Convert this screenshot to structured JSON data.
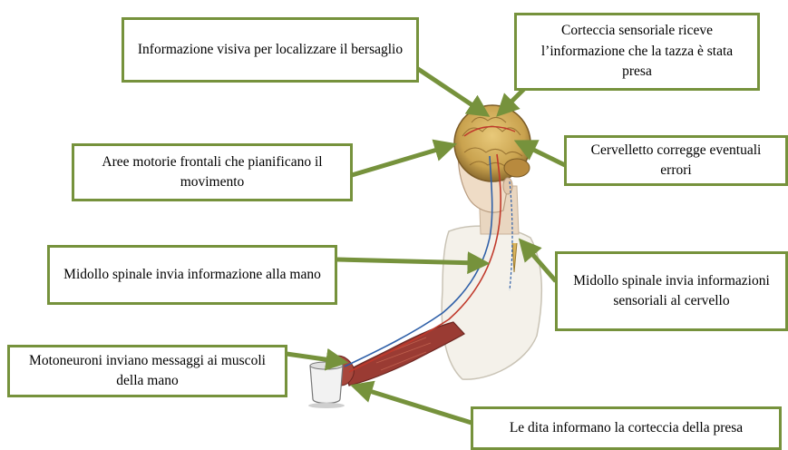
{
  "colors": {
    "box_border": "#76923c",
    "arrow": "#76923c",
    "nerve_motor": "#c0392b",
    "nerve_sensory": "#2e5fa8",
    "muscle": "#8b2f2a",
    "brain": "#d9b56a"
  },
  "labels": {
    "visual_info": "Informazione visiva per localizzare il bersaglio",
    "sensory_cortex": "Corteccia sensoriale riceve l’informazione che la tazza è stata presa",
    "frontal_motor": "Aree motorie frontali che pianificano il movimento",
    "cerebellum": "Cervelletto corregge eventuali errori",
    "spinal_to_hand": "Midollo spinale invia informazione alla mano",
    "spinal_to_brain": "Midollo spinale invia informazioni sensoriali al cervello",
    "motoneurons": "Motoneuroni inviano messaggi ai muscoli della mano",
    "fingers": "Le dita informano la corteccia della presa"
  }
}
